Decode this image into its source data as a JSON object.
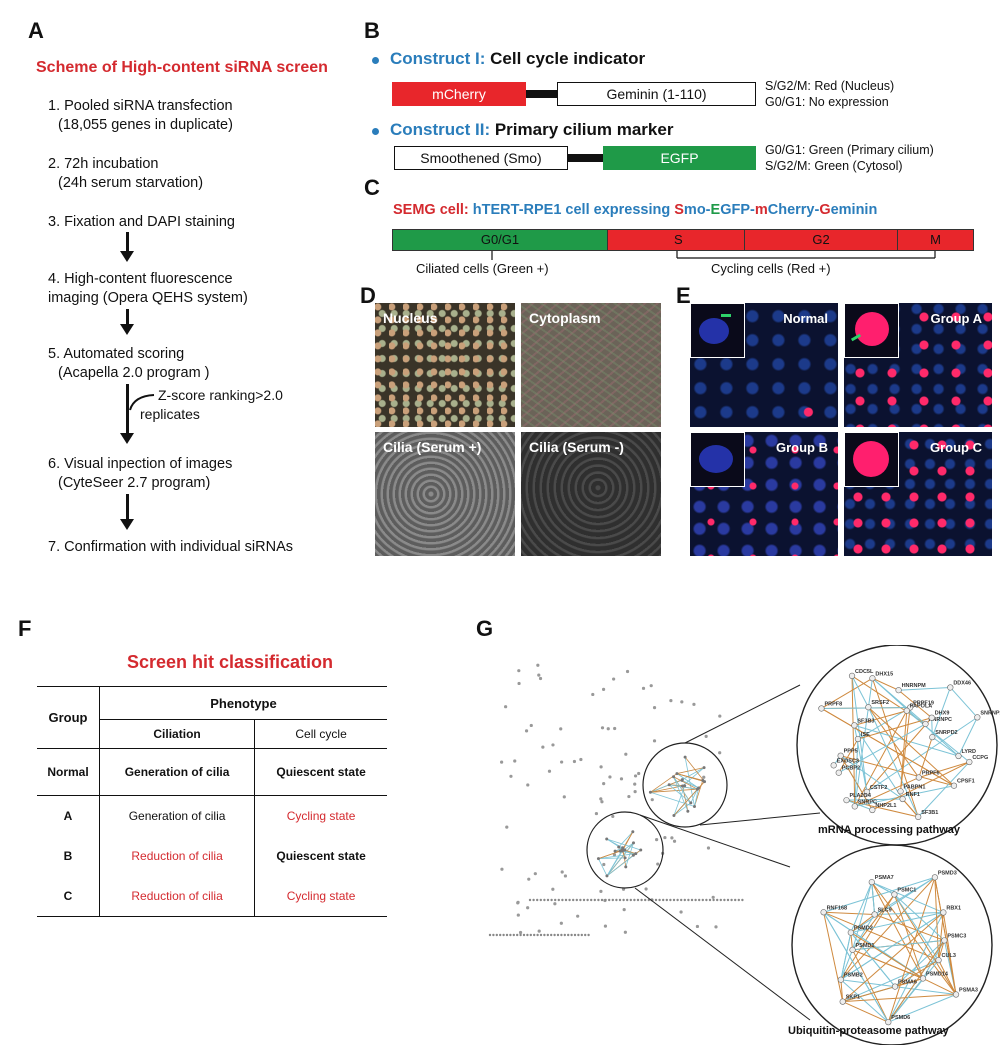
{
  "panels": {
    "a": "A",
    "b": "B",
    "c": "C",
    "d": "D",
    "e": "E",
    "f": "F",
    "g": "G"
  },
  "panel_a": {
    "title": "Scheme of High-content siRNA screen",
    "steps": [
      {
        "line1": "1. Pooled siRNA transfection",
        "line2": "(18,055 genes in duplicate)"
      },
      {
        "line1": "2. 72h incubation",
        "line2": "(24h serum starvation)"
      },
      {
        "line1": "3. Fixation and DAPI staining",
        "line2": ""
      },
      {
        "line1": "4. High-content fluorescence",
        "line2": "imaging (Opera QEHS system)"
      },
      {
        "line1": "5. Automated scoring",
        "line2": "(Acapella 2.0 program )"
      },
      {
        "line1": "6. Visual inpection of images",
        "line2": "(CyteSeer 2.7 program)"
      },
      {
        "line1": "7. Confirmation with individual siRNAs",
        "line2": ""
      }
    ],
    "zscore_line1": "Z-score ranking>2.0",
    "zscore_line2": "replicates"
  },
  "panel_b": {
    "c1_prefix": "Construct I:",
    "c1_name": "Cell cycle indicator",
    "c1_box1": "mCherry",
    "c1_box2": "Geminin (1-110)",
    "c1_note1": "S/G2/M: Red (Nucleus)",
    "c1_note2": "G0/G1: No expression",
    "c2_prefix": "Construct II:",
    "c2_name": "Primary cilium marker",
    "c2_box1": "Smoothened (Smo)",
    "c2_box2": "EGFP",
    "c2_note1": "G0/G1: Green (Primary cilium)",
    "c2_note2": "S/G2/M: Green (Cytosol)",
    "colors": {
      "red": "#e8262b",
      "green": "#1f9a48",
      "blue": "#2a7dbb"
    }
  },
  "panel_c": {
    "title_red": "SEMG cell:",
    "title_p1": "hTERT-RPE1 cell expressing ",
    "title_s": "S",
    "title_p2": "mo-",
    "title_e": "E",
    "title_p3": "GFP-",
    "title_m": "m",
    "title_p4": "Cherry-",
    "title_g": "G",
    "title_p5": "eminin",
    "seg_g0": "G0/G1",
    "seg_s": "S",
    "seg_g2": "G2",
    "seg_m": "M",
    "ciliated": "Ciliated cells (Green +)",
    "cycling": "Cycling cells (Red +)"
  },
  "panel_d": {
    "nucleus": "Nucleus",
    "cytoplasm": "Cytoplasm",
    "cilia_plus": "Cilia (Serum +)",
    "cilia_minus": "Cilia (Serum -)"
  },
  "panel_e": {
    "normal": "Normal",
    "group_a": "Group A",
    "group_b": "Group B",
    "group_c": "Group C"
  },
  "panel_f": {
    "title": "Screen hit classification",
    "header_group": "Group",
    "header_phenotype": "Phenotype",
    "header_ciliation": "Ciliation",
    "header_cellcycle": "Cell cycle",
    "rows": [
      {
        "group": "Normal",
        "ciliation": "Generation of cilia",
        "cycle": "Quiescent state"
      },
      {
        "group": "A",
        "ciliation": "Generation of cilia",
        "cycle": "Cycling state"
      },
      {
        "group": "B",
        "ciliation": "Reduction of cilia",
        "cycle": "Quiescent state"
      },
      {
        "group": "C",
        "ciliation": "Reduction of cilia",
        "cycle": "Cycling state"
      }
    ]
  },
  "panel_g": {
    "mrna_label": "mRNA processing pathway",
    "ubiq_label": "Ubiquitin-proteasome pathway",
    "mrna_nodes": [
      "LYRD",
      "CCPG",
      "CPSF1",
      "PRPF6",
      "SF3B1",
      "PABPN1",
      "RNF1",
      "NHP2L1",
      "CSTF2",
      "SNRPC",
      "PLA2G4",
      "PCBP2",
      "EXOSC3",
      "PPP5",
      "ISE",
      "SF3B3",
      "PRPF8",
      "SRSF2",
      "CDC5L",
      "DHX15",
      "HNRNPM",
      "PRPF19",
      "PAPOLA",
      "DDX46",
      "HNRNPC",
      "DHX9",
      "SNRNP200",
      "SNRPD2"
    ],
    "ubiq_nodes": [
      "CUL3",
      "PSMA3",
      "PSMD14",
      "PSMA6",
      "PSMD6",
      "SKP1",
      "PSMB2",
      "PSMD1",
      "PSMD2",
      "RNF168",
      "SLC9",
      "PSMA7",
      "PSMC1",
      "PSMD3",
      "RBX1",
      "PSMC3"
    ]
  }
}
